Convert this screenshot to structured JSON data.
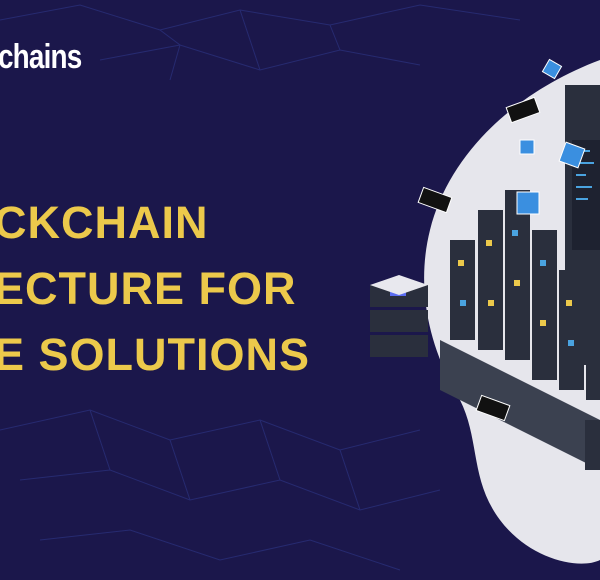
{
  "brand": {
    "logo_text": "chains"
  },
  "headline": {
    "lines": [
      "CKCHAIN",
      "ECTURE FOR",
      "E SOLUTIONS"
    ]
  },
  "colors": {
    "background": "#1b174b",
    "headline": "#ecc94b",
    "blob": "#e6e6ec",
    "server": "#2a2f3d",
    "accent": "#4aa3e0"
  }
}
